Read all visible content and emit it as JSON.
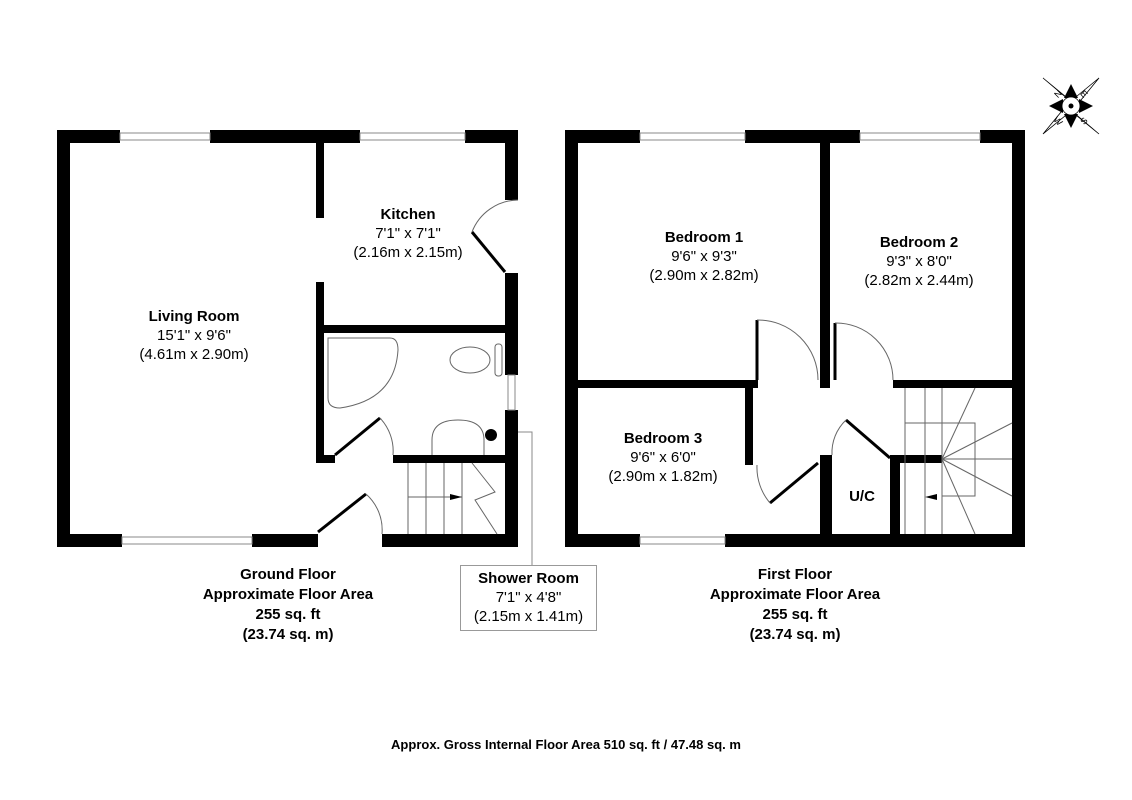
{
  "rooms": {
    "living_room": {
      "name": "Living Room",
      "imperial": "15'1\" x 9'6\"",
      "metric": "(4.61m x 2.90m)"
    },
    "kitchen": {
      "name": "Kitchen",
      "imperial": "7'1\" x 7'1\"",
      "metric": "(2.16m x 2.15m)"
    },
    "shower_room": {
      "name": "Shower Room",
      "imperial": "7'1\" x 4'8\"",
      "metric": "(2.15m x 1.41m)"
    },
    "bedroom_1": {
      "name": "Bedroom 1",
      "imperial": "9'6\" x 9'3\"",
      "metric": "(2.90m x 2.82m)"
    },
    "bedroom_2": {
      "name": "Bedroom 2",
      "imperial": "9'3\" x 8'0\"",
      "metric": "(2.82m x 2.44m)"
    },
    "bedroom_3": {
      "name": "Bedroom 3",
      "imperial": "9'6\" x 6'0\"",
      "metric": "(2.90m x 1.82m)"
    },
    "uc": {
      "name": "U/C"
    }
  },
  "floors": {
    "ground": {
      "title": "Ground Floor",
      "subtitle": "Approximate Floor Area",
      "sqft": "255 sq. ft",
      "sqm": "(23.74 sq. m)"
    },
    "first": {
      "title": "First Floor",
      "subtitle": "Approximate Floor Area",
      "sqft": "255 sq. ft",
      "sqm": "(23.74 sq. m)"
    }
  },
  "total_area": "Approx. Gross Internal Floor Area 510 sq. ft / 47.48 sq. m",
  "compass": {
    "n": "N",
    "e": "E",
    "s": "S",
    "w": "W"
  }
}
